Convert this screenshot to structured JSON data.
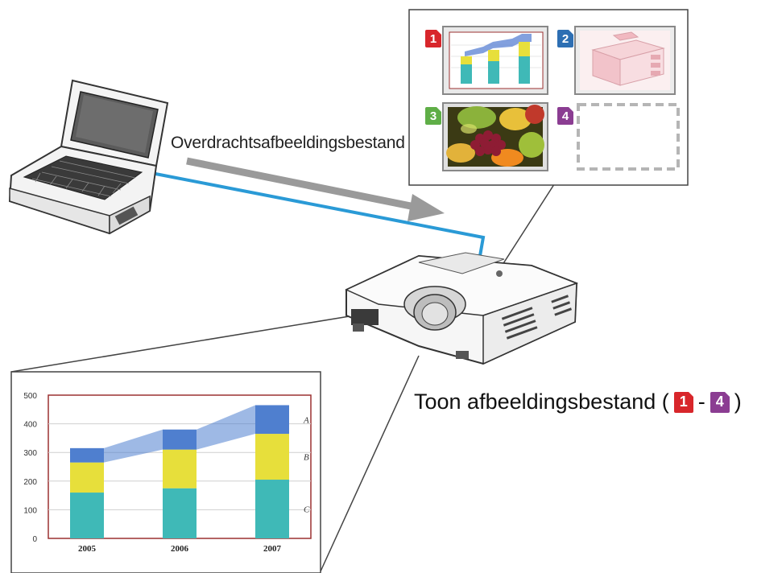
{
  "labels": {
    "transfer": "Overdrachtsafbeeldingsbestand",
    "display_prefix": "Toon afbeeldingsbestand (",
    "display_sep": "-",
    "display_suffix": ")"
  },
  "slots": [
    {
      "number": "1",
      "color": "#d8262b",
      "content": "chart thumbnail"
    },
    {
      "number": "2",
      "color": "#2d6fb3",
      "content": "box diagram thumbnail"
    },
    {
      "number": "3",
      "color": "#5fae47",
      "content": "fruit photo thumbnail"
    },
    {
      "number": "4",
      "color": "#8b3d92",
      "content": "empty"
    }
  ],
  "colors": {
    "cable": "#2a9ad6",
    "arrow": "#9a9a9a",
    "frame": "#444444",
    "chart_border": "#9b3030"
  },
  "chart_data": {
    "type": "bar",
    "stacked": true,
    "categories": [
      "2005",
      "2006",
      "2007"
    ],
    "series": [
      {
        "name": "C",
        "values": [
          160,
          175,
          205
        ],
        "color": "#3fb9b7"
      },
      {
        "name": "B",
        "values": [
          105,
          135,
          160
        ],
        "color": "#e7df3b"
      },
      {
        "name": "A",
        "values": [
          50,
          70,
          100
        ],
        "color": "#4f7fcf"
      }
    ],
    "ylim": [
      0,
      500
    ],
    "yticks": [
      0,
      100,
      200,
      300,
      400,
      500
    ],
    "grid": true,
    "connector_band": true
  }
}
